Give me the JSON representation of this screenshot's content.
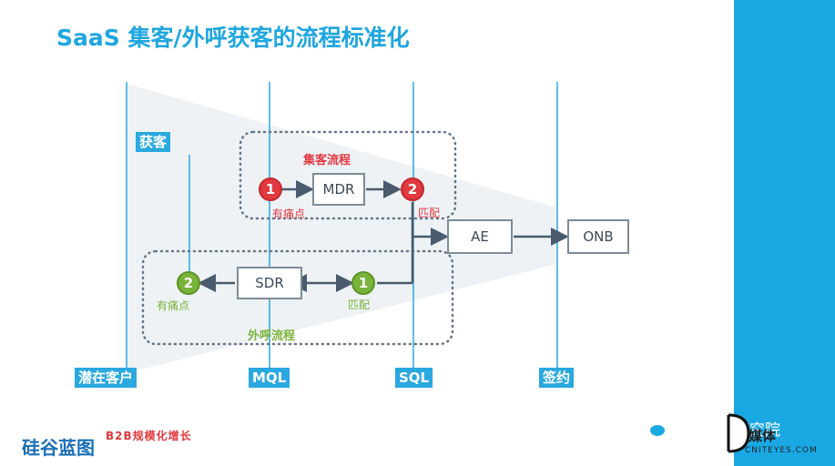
{
  "title": "SaaS 集客/外呼获客的流程标准化",
  "stages": {
    "potential": "潜在客户",
    "mql": "MQL",
    "sql": "SQL",
    "signed": "签约"
  },
  "acquire_label": "获客",
  "inbound_group_label": "集客流程",
  "outbound_group_label": "外呼流程",
  "nodes": {
    "mdr": "MDR",
    "ae": "AE",
    "onb": "ONB",
    "sdr": "SDR"
  },
  "steps": {
    "inbound_1": "1",
    "inbound_2": "2",
    "outbound_1": "1",
    "outbound_2": "2"
  },
  "step_labels": {
    "inbound_has_pain": "有痛点",
    "inbound_match": "匹配",
    "outbound_match": "匹配",
    "outbound_has_pain": "有痛点"
  },
  "branding": {
    "left_logo": "硅谷蓝图",
    "slogan": "B2B规模化增长",
    "watermark": "硅谷销售研究院",
    "media_name": "媒体",
    "media_domain": "CNITEYES.COM"
  },
  "colors": {
    "accent_blue": "#1fa6df",
    "inbound_red": "#e0393f",
    "outbound_green": "#7ab33a",
    "box_border": "#7d8b99"
  }
}
